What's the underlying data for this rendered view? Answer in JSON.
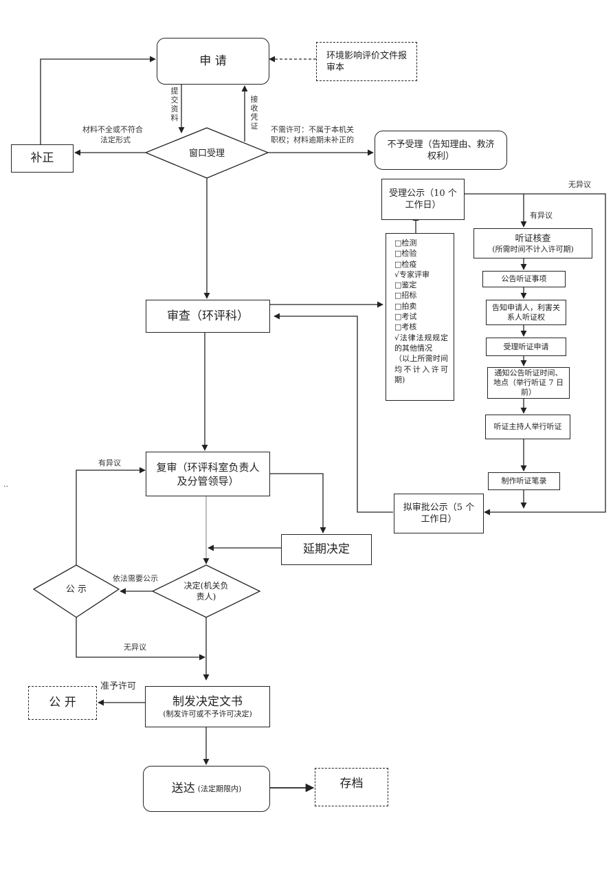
{
  "nodes": {
    "apply": "申  请",
    "eia_doc": "环境影响评价文件报审本",
    "window": "窗口受理",
    "correction": "补正",
    "reject": "不予受理（告知理由、救济权利）",
    "accept_notice": "受理公示（10 个工作日）",
    "review": "审查（环评科）",
    "recheck": "复审（环评科室负责人及分管领导）",
    "postpone": "延期决定",
    "decision": "决定(机关负责人)",
    "publicity": "公  示",
    "issue_title": "制发决定文书",
    "issue_sub": "(制发许可或不予许可决定)",
    "disclose": "公 开",
    "deliver_main": "送达",
    "deliver_sub": "(法定期限内)",
    "archive": "存档",
    "approval_notice": "拟审批公示（5 个工作日）",
    "hearing_check_title": "听证核查",
    "hearing_check_sub": "(所需时间不计入许可期)",
    "hearing_items": "公告听证事项",
    "notify_parties": "告知申请人，利害关系人听证权",
    "accept_hearing": "受理听证申请",
    "notify_time": "通知公告听证时间、地点（举行听证 7 日前）",
    "hold_hearing": "听证主持人举行听证",
    "hearing_record": "制作听证笔录"
  },
  "labels": {
    "submit": "提交资料",
    "receipt": "接收凭证",
    "incomplete_1": "材料不全或不符合",
    "incomplete_2": "法定形式",
    "no_permit_1": "不需许可：不属于本机关",
    "no_permit_2": "职权；材料逾期未补正的",
    "no_objection_top": "无异议",
    "objection_hearing": "有异议",
    "objection_left": "有异议",
    "publicity_by_law": "依法需要公示",
    "no_objection_bottom": "无异议",
    "grant_permit": "准予许可",
    "margin_mark": ".."
  },
  "checklist": [
    "□检测",
    "□检验",
    "□检疫",
    "√专家评审",
    "□鉴定",
    "□招标",
    "□拍卖",
    "□考试",
    "□考核",
    "√法律法规规定的其他情况",
    "（以上所需时间均不计入许可期)"
  ]
}
